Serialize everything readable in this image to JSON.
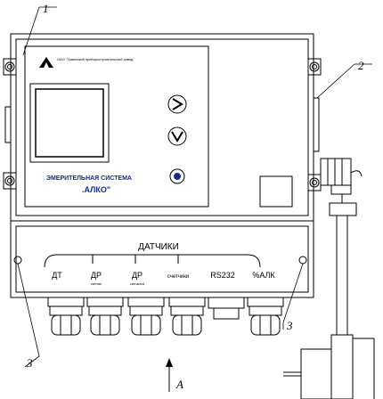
{
  "device": {
    "company": "ОАО \"Уральский приборостроительный завод\"",
    "brand_line1": "ЭМЕРИТЕЛЬНАЯ СИСТЕМА",
    "brand_line2": ".АЛКО\""
  },
  "terminal_block": {
    "title": "ДАТЧИКИ",
    "labels": [
      {
        "main": "ДТ",
        "sub": ""
      },
      {
        "main": "ДР",
        "sub": "сигнал"
      },
      {
        "main": "ДР",
        "sub": "сигнализ"
      },
      {
        "main": "счетчики",
        "sub": ""
      },
      {
        "main": "RS232",
        "sub": ""
      },
      {
        "main": "%АЛК",
        "sub": ""
      }
    ]
  },
  "callouts": [
    "1",
    "2",
    "3",
    "3"
  ],
  "view_label": "A",
  "colors": {
    "line": "#000000",
    "brand": "#1a2a8a"
  }
}
